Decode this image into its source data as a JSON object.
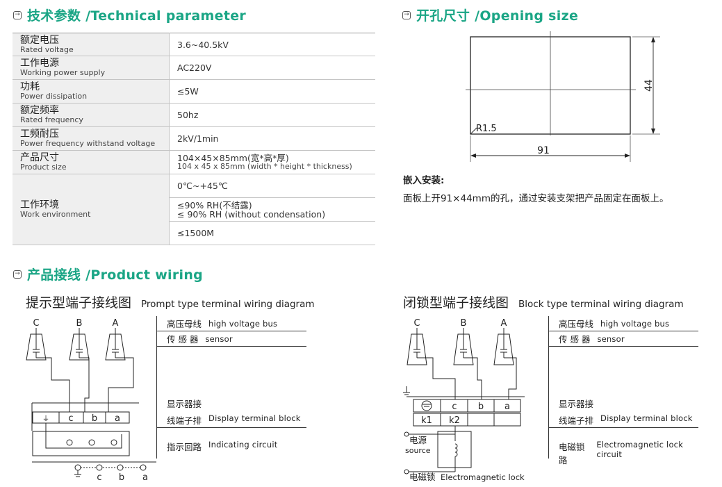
{
  "technical": {
    "title": "技术参数 /Technical parameter",
    "rows": [
      {
        "cn": "额定电压",
        "en": "Rated voltage",
        "value": "3.6~40.5kV"
      },
      {
        "cn": "工作电源",
        "en": "Working power supply",
        "value": "AC220V"
      },
      {
        "cn": "功耗",
        "en": "Power dissipation",
        "value": "≤5W"
      },
      {
        "cn": "额定频率",
        "en": "Rated frequency",
        "value": "50hz"
      },
      {
        "cn": "工频耐压",
        "en": "Power frequency withstand voltage",
        "value": "2kV/1min"
      },
      {
        "cn": "产品尺寸",
        "en": "Product size",
        "value": "104×45×85mm(宽*高*厚)",
        "value_en": "104 x 45 x 85mm (width * height * thickness)"
      }
    ],
    "environment": {
      "cn": "工作环境",
      "en": "Work environment",
      "temp": "0℃~+45℃",
      "humidity_cn": "≤90% RH(不结露)",
      "humidity_en": "≤ 90% RH (without condensation)",
      "altitude": "≤1500M"
    }
  },
  "opening": {
    "title": "开孔尺寸 /Opening size",
    "height": "44",
    "width": "91",
    "radius": "R1.5",
    "mount_title": "嵌入安装:",
    "mount_text": "面板上开91×44mm的孔，通过安装支架把产品固定在面板上。"
  },
  "wiring": {
    "title": "产品接线 /Product wiring",
    "prompt": {
      "title_cn": "提示型端子接线图",
      "title_en": "Prompt type terminal wiring diagram",
      "phases": [
        "C",
        "B",
        "A"
      ],
      "terminals": [
        "c",
        "b",
        "a"
      ],
      "bottom_terminals": [
        "c",
        "b",
        "a"
      ]
    },
    "block": {
      "title_cn": "闭锁型端子接线图",
      "title_en": "Block type terminal wiring diagram",
      "phases": [
        "C",
        "B",
        "A"
      ],
      "terminals": [
        "c",
        "b",
        "a"
      ],
      "k_terminals": [
        "k1",
        "k2"
      ],
      "power_source_cn": "电源",
      "power_source_en": "source",
      "lock_cn": "电磁锁",
      "lock_en": "Electromagnetic lock"
    },
    "legend": {
      "hv_cn": "高压母线",
      "hv_en": "high voltage bus",
      "sensor_cn": "传 感 器",
      "sensor_en": "sensor",
      "display_cn1": "显示器接",
      "display_cn2": "线端子排",
      "display_en": "Display terminal block",
      "indicating_cn": "指示回路",
      "indicating_en": "Indicating circuit",
      "lock_cn": "电磁锁路",
      "lock_en": "Electromagnetic lock circuit"
    }
  }
}
